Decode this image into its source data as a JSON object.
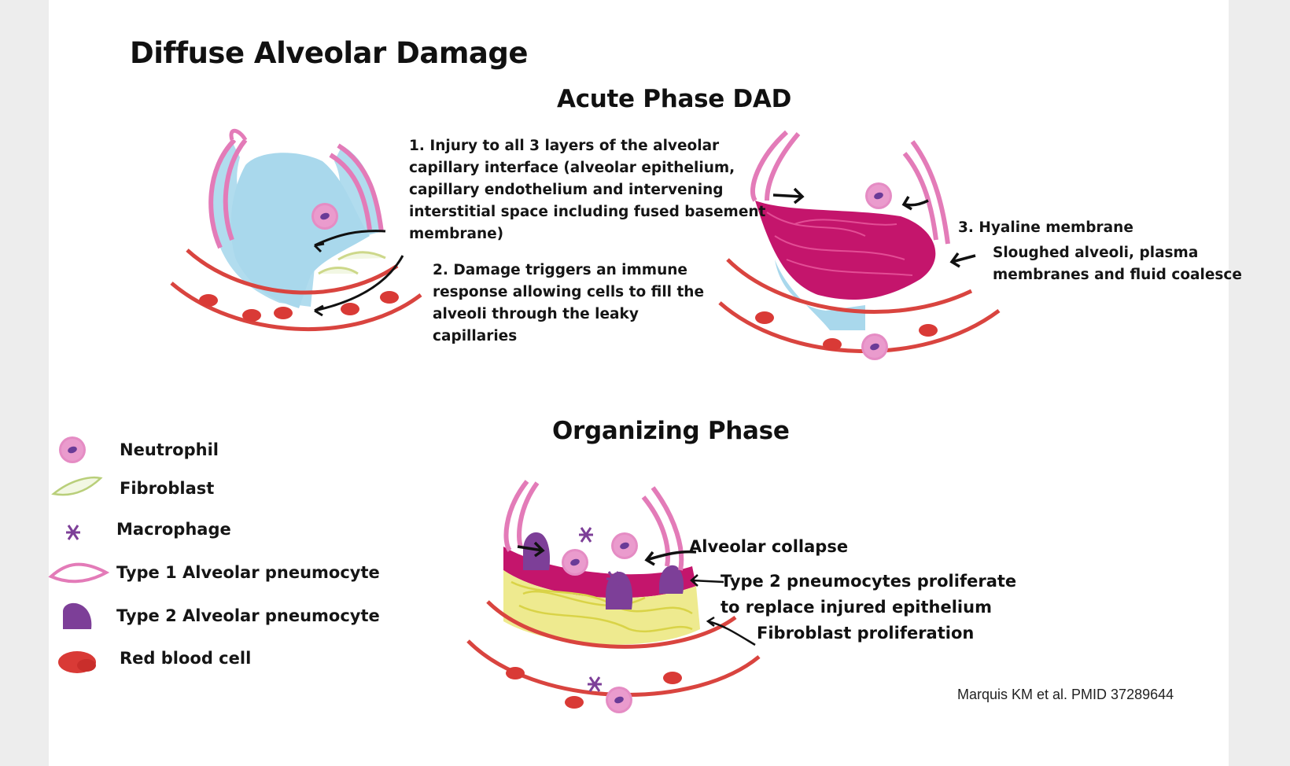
{
  "title": "Diffuse Alveolar Damage",
  "sections": {
    "acute": "Acute Phase DAD",
    "organizing": "Organizing Phase"
  },
  "annotations": {
    "injury": [
      "1. Injury to all 3 layers of the alveolar",
      "capillary interface (alveolar epithelium,",
      "capillary endothelium and intervening",
      "interstitial space including fused basement",
      "membrane)"
    ],
    "damage": [
      "2. Damage triggers an immune",
      "response allowing cells to fill the",
      "alveoli through the leaky",
      "capillaries"
    ],
    "hyaline_title": "3. Hyaline membrane",
    "hyaline_desc": [
      "Sloughed alveoli, plasma",
      "membranes and fluid coalesce"
    ],
    "collapse": "Alveolar collapse",
    "type2": [
      "Type 2 pneumocytes proliferate",
      "to replace injured epithelium"
    ],
    "fibroblast": "Fibroblast proliferation"
  },
  "legend": [
    {
      "label": "Neutrophil",
      "icon": "neutrophil-icon"
    },
    {
      "label": "Fibroblast",
      "icon": "fibroblast-icon"
    },
    {
      "label": "Macrophage",
      "icon": "macrophage-icon"
    },
    {
      "label": "Type 1 Alveolar pneumocyte",
      "icon": "type1-pneumocyte-icon"
    },
    {
      "label": "Type 2 Alveolar pneumocyte",
      "icon": "type2-pneumocyte-icon"
    },
    {
      "label": "Red blood cell",
      "icon": "red-blood-cell-icon"
    }
  ],
  "citation": "Marquis KM et al.  PMID  37289644",
  "colors": {
    "pink": "#e37bb8",
    "capillary": "#d9443f",
    "fluid": "#a9d8ec",
    "hyaline": "#c4156c",
    "type2": "#7d3f98",
    "fibroblast_mesh": "#e4e05a",
    "neutrophil": "#e58cc4"
  }
}
